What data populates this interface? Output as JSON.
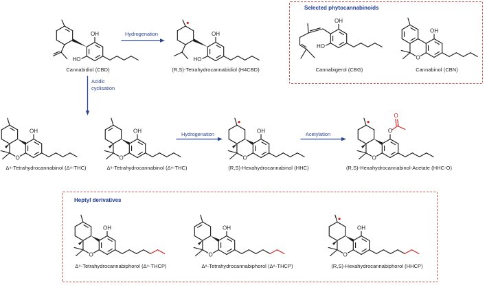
{
  "figure": {
    "description": "Reaction scheme of cannabinoid transformations",
    "colors": {
      "bond_black": "#1c1c1c",
      "structure_red": "#cc2222",
      "accent_blue": "#2b448f",
      "title_blue": "#1b3a93",
      "box_border_red": "#c75549",
      "background": "#ffffff"
    }
  },
  "boxes": [
    {
      "id": "phyto",
      "title": "Selected phytocannabinoids"
    },
    {
      "id": "heptyl",
      "title": "Heptyl derivatives"
    }
  ],
  "arrows": [
    {
      "id": "hydrogenation-1",
      "label": "Hydrogenation"
    },
    {
      "id": "acidic-cyclisation",
      "label": "Acidic cyclisation",
      "label_lines": [
        "Acidic",
        "cyclisation"
      ]
    },
    {
      "id": "hydrogenation-2",
      "label": "Hydrogenation"
    },
    {
      "id": "acetylation",
      "label": "Acetylation"
    }
  ],
  "molecules": [
    {
      "id": "cbd",
      "label": "Cannabidiol (CBD)",
      "type": "cbd",
      "features": {
        "double_bond": true,
        "isopropenyl": true
      }
    },
    {
      "id": "h4cbd",
      "label": "(R,S)-Tetrahydrocannabidiol (H4CBD)",
      "type": "cbd",
      "features": {
        "saturated": true,
        "stereo_dot": true
      }
    },
    {
      "id": "cbg",
      "label": "Cannabigerol (CBG)",
      "type": "cbg",
      "features": {}
    },
    {
      "id": "cbn",
      "label": "Cannabinol (CBN)",
      "type": "tri",
      "features": {
        "aromatic_a_ring": true
      }
    },
    {
      "id": "d9thc",
      "label": "Δ⁹-Tetrahydrocannabinol (Δ⁹-THC)",
      "type": "tri",
      "features": {
        "double_bond": "d9"
      }
    },
    {
      "id": "d8thc",
      "label": "Δ⁸-Tetrahydrocannabinol (Δ⁸-THC)",
      "type": "tri",
      "features": {
        "double_bond": "d8"
      }
    },
    {
      "id": "hhc",
      "label": "(R,S)-Hexahydrocannabinol (HHC)",
      "type": "tri",
      "features": {
        "stereo_dot": true
      }
    },
    {
      "id": "hhco",
      "label": "(R,S)-Hexahydrocannabinol-Acetate (HHC-O)",
      "type": "tri",
      "features": {
        "stereo_dot": true,
        "acetate": true
      }
    },
    {
      "id": "d9thcp",
      "label": "Δ⁹-Tetrahydrocannabiphorol (Δ⁹-THCP)",
      "type": "tri",
      "features": {
        "double_bond": "d9",
        "heptyl": true,
        "red_chain_end": true
      }
    },
    {
      "id": "d8thcp",
      "label": "Δ⁸-Tetrahydrocannabiphorol (Δ⁸-THCP)",
      "type": "tri",
      "features": {
        "double_bond": "d8",
        "heptyl": true,
        "red_chain_end": true
      }
    },
    {
      "id": "hhcp",
      "label": "(R,S)-Hexahydrocannabiphorol (HHCP)",
      "type": "tri",
      "features": {
        "stereo_dot": true,
        "heptyl": true,
        "red_chain_end": true
      }
    }
  ],
  "atom_labels": {
    "hydroxyl": "OH",
    "hydroxyl_rev": "HO",
    "oxygen": "O"
  }
}
